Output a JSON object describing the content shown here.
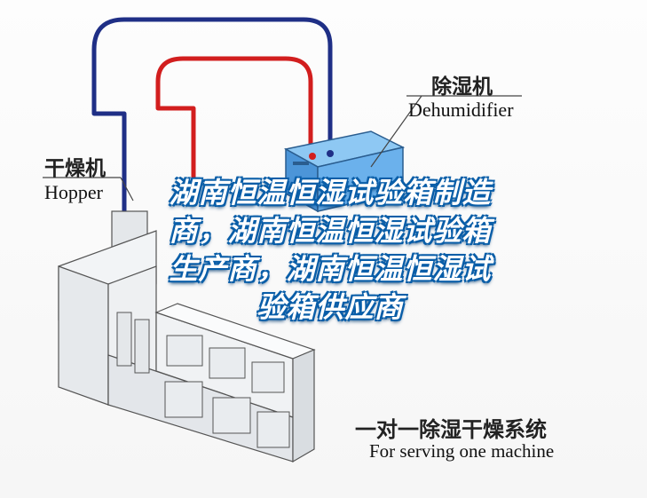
{
  "labels": {
    "dehumidifier_cn": "除湿机",
    "dehumidifier_en": "Dehumidifier",
    "hopper_cn": "干燥机",
    "hopper_en": "Hopper",
    "system_cn": "一对一除湿干燥系统",
    "system_en": "For serving one machine"
  },
  "overlay": {
    "line1": "湖南恒温恒湿试验箱制造",
    "line2": "商，湖南恒温恒湿试验箱",
    "line3": "生产商，湖南恒温恒湿试",
    "line4": "验箱供应商"
  },
  "colors": {
    "pipe_blue": "#1f2f86",
    "pipe_red": "#d21e1e",
    "dehumidifier_blue": "#5aa5e6",
    "machine_gray": "#e9ecef",
    "outline": "#555555",
    "overlay_text": "#ffffff",
    "overlay_stroke": "#0a5ea8"
  }
}
